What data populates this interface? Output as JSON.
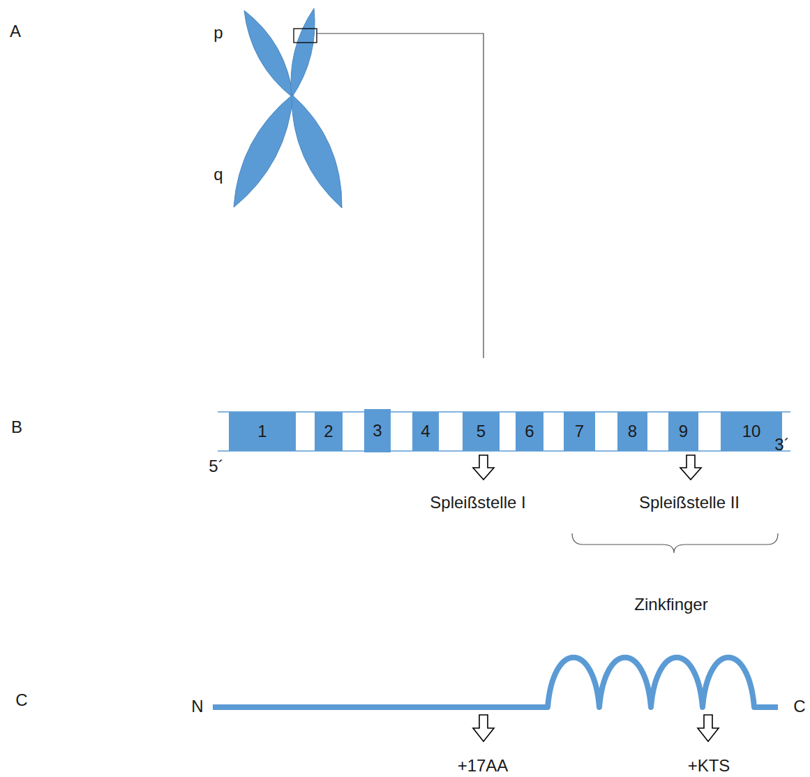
{
  "diagram": {
    "nodes": [
      {
        "text": [
          "1"
        ]
      },
      {
        "text": [
          "2"
        ]
      },
      {
        "text": [
          "3"
        ]
      },
      {
        "text": [
          "4"
        ]
      },
      {
        "text": [
          "5"
        ]
      },
      {
        "text": [
          "6"
        ]
      },
      {
        "text": [
          "7"
        ]
      },
      {
        "text": [
          "8"
        ]
      },
      {
        "text": [
          "9"
        ]
      },
      {
        "text": [
          "10"
        ]
      }
    ],
    "labels": [
      "A",
      "p",
      "q",
      "B",
      "5´",
      "3´",
      "Spleißstelle I",
      "Spleißstelle II",
      "Zinkfinger",
      "C",
      "N",
      "C",
      "+17AA",
      "+KTS"
    ]
  }
}
